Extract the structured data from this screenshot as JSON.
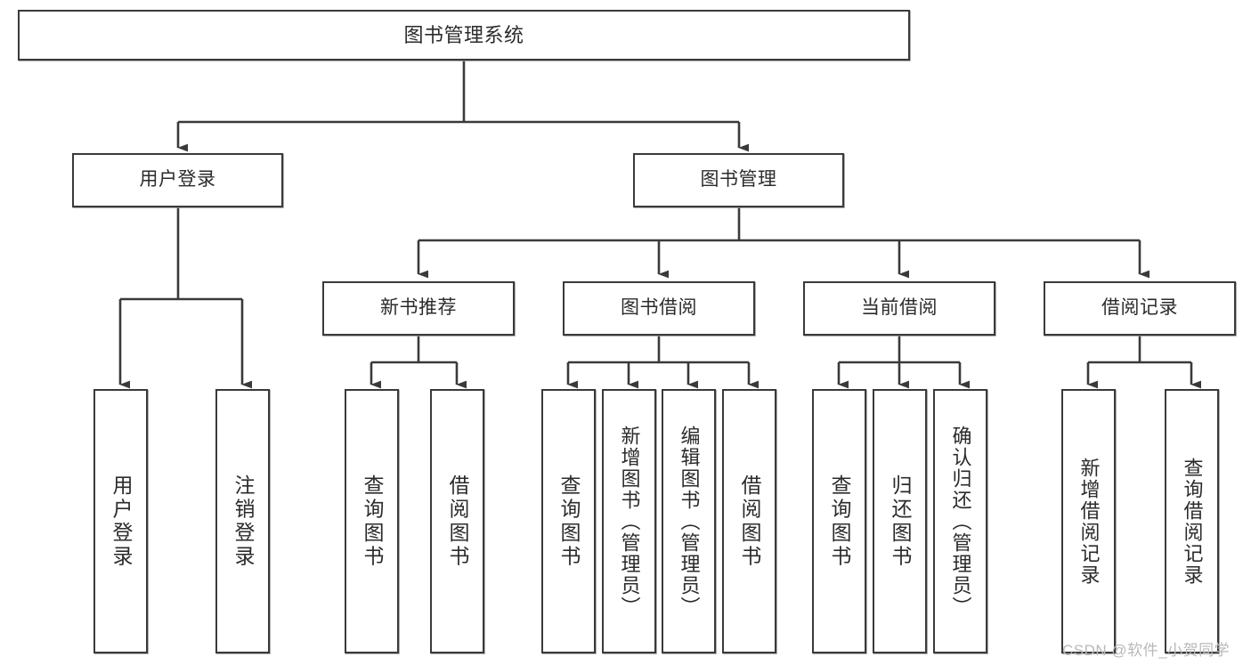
{
  "diagram": {
    "title": "图书管理系统",
    "type": "tree-hierarchy",
    "background_color": "#ffffff",
    "border_color": "#3a3a3a",
    "text_color": "#2b2b2b"
  },
  "watermark": {
    "text": "CSDN @软件_小贺同学",
    "color": "#b9b9b9"
  },
  "nodes": {
    "root": {
      "label": "图书管理系统"
    },
    "level1": [
      {
        "label": "用户登录"
      },
      {
        "label": "图书管理"
      }
    ],
    "level2": [
      {
        "label": "新书推荐"
      },
      {
        "label": "图书借阅"
      },
      {
        "label": "当前借阅"
      },
      {
        "label": "借阅记录"
      }
    ],
    "leaves": {
      "user_login": [
        {
          "label": "用户登录"
        },
        {
          "label": "注销登录"
        }
      ],
      "new_book_rec": [
        {
          "label": "查询图书"
        },
        {
          "label": "借阅图书"
        }
      ],
      "book_borrow": [
        {
          "label": "查询图书"
        },
        {
          "label": "新增图书（管理员）"
        },
        {
          "label": "编辑图书（管理员）"
        },
        {
          "label": "借阅图书"
        }
      ],
      "current_borrow": [
        {
          "label": "查询图书"
        },
        {
          "label": "归还图书"
        },
        {
          "label": "确认归还（管理员）"
        }
      ],
      "borrow_record": [
        {
          "label": "新增借阅记录"
        },
        {
          "label": "查询借阅记录"
        }
      ]
    }
  },
  "chart_data": {
    "type": "tree",
    "title": "图书管理系统",
    "edges": [
      [
        "图书管理系统",
        "用户登录"
      ],
      [
        "图书管理系统",
        "图书管理"
      ],
      [
        "用户登录",
        "用户登录"
      ],
      [
        "用户登录",
        "注销登录"
      ],
      [
        "图书管理",
        "新书推荐"
      ],
      [
        "图书管理",
        "图书借阅"
      ],
      [
        "图书管理",
        "当前借阅"
      ],
      [
        "图书管理",
        "借阅记录"
      ],
      [
        "新书推荐",
        "查询图书"
      ],
      [
        "新书推荐",
        "借阅图书"
      ],
      [
        "图书借阅",
        "查询图书"
      ],
      [
        "图书借阅",
        "新增图书（管理员）"
      ],
      [
        "图书借阅",
        "编辑图书（管理员）"
      ],
      [
        "图书借阅",
        "借阅图书"
      ],
      [
        "当前借阅",
        "查询图书"
      ],
      [
        "当前借阅",
        "归还图书"
      ],
      [
        "当前借阅",
        "确认归还（管理员）"
      ],
      [
        "借阅记录",
        "新增借阅记录"
      ],
      [
        "借阅记录",
        "查询借阅记录"
      ]
    ]
  }
}
